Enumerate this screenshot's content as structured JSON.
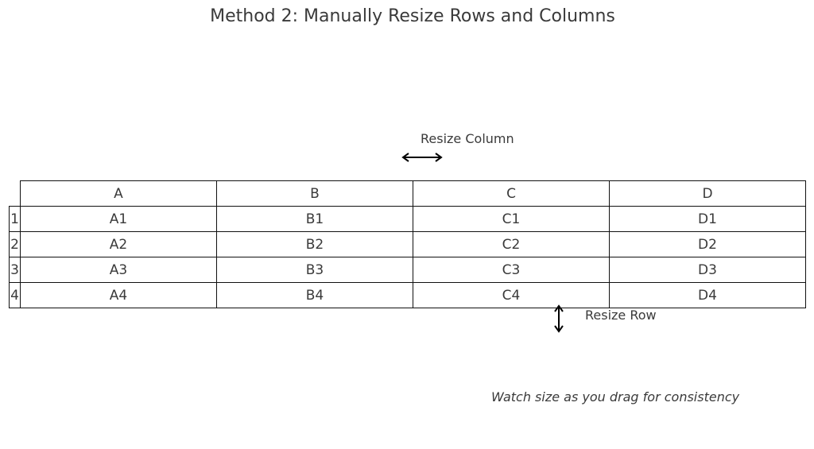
{
  "title": "Method 2: Manually Resize Rows and Columns",
  "columns": [
    "A",
    "B",
    "C",
    "D"
  ],
  "rows": [
    {
      "label": "1",
      "cells": [
        "A1",
        "B1",
        "C1",
        "D1"
      ]
    },
    {
      "label": "2",
      "cells": [
        "A2",
        "B2",
        "C2",
        "D2"
      ]
    },
    {
      "label": "3",
      "cells": [
        "A3",
        "B3",
        "C3",
        "D3"
      ]
    },
    {
      "label": "4",
      "cells": [
        "A4",
        "B4",
        "C4",
        "D4"
      ]
    }
  ],
  "annotations": {
    "resize_column": "Resize Column",
    "resize_row": "Resize Row",
    "tip": "Watch size as you drag for consistency"
  },
  "icons": {
    "column_arrow": "double-arrow-horizontal-icon",
    "row_arrow": "double-arrow-vertical-icon"
  }
}
